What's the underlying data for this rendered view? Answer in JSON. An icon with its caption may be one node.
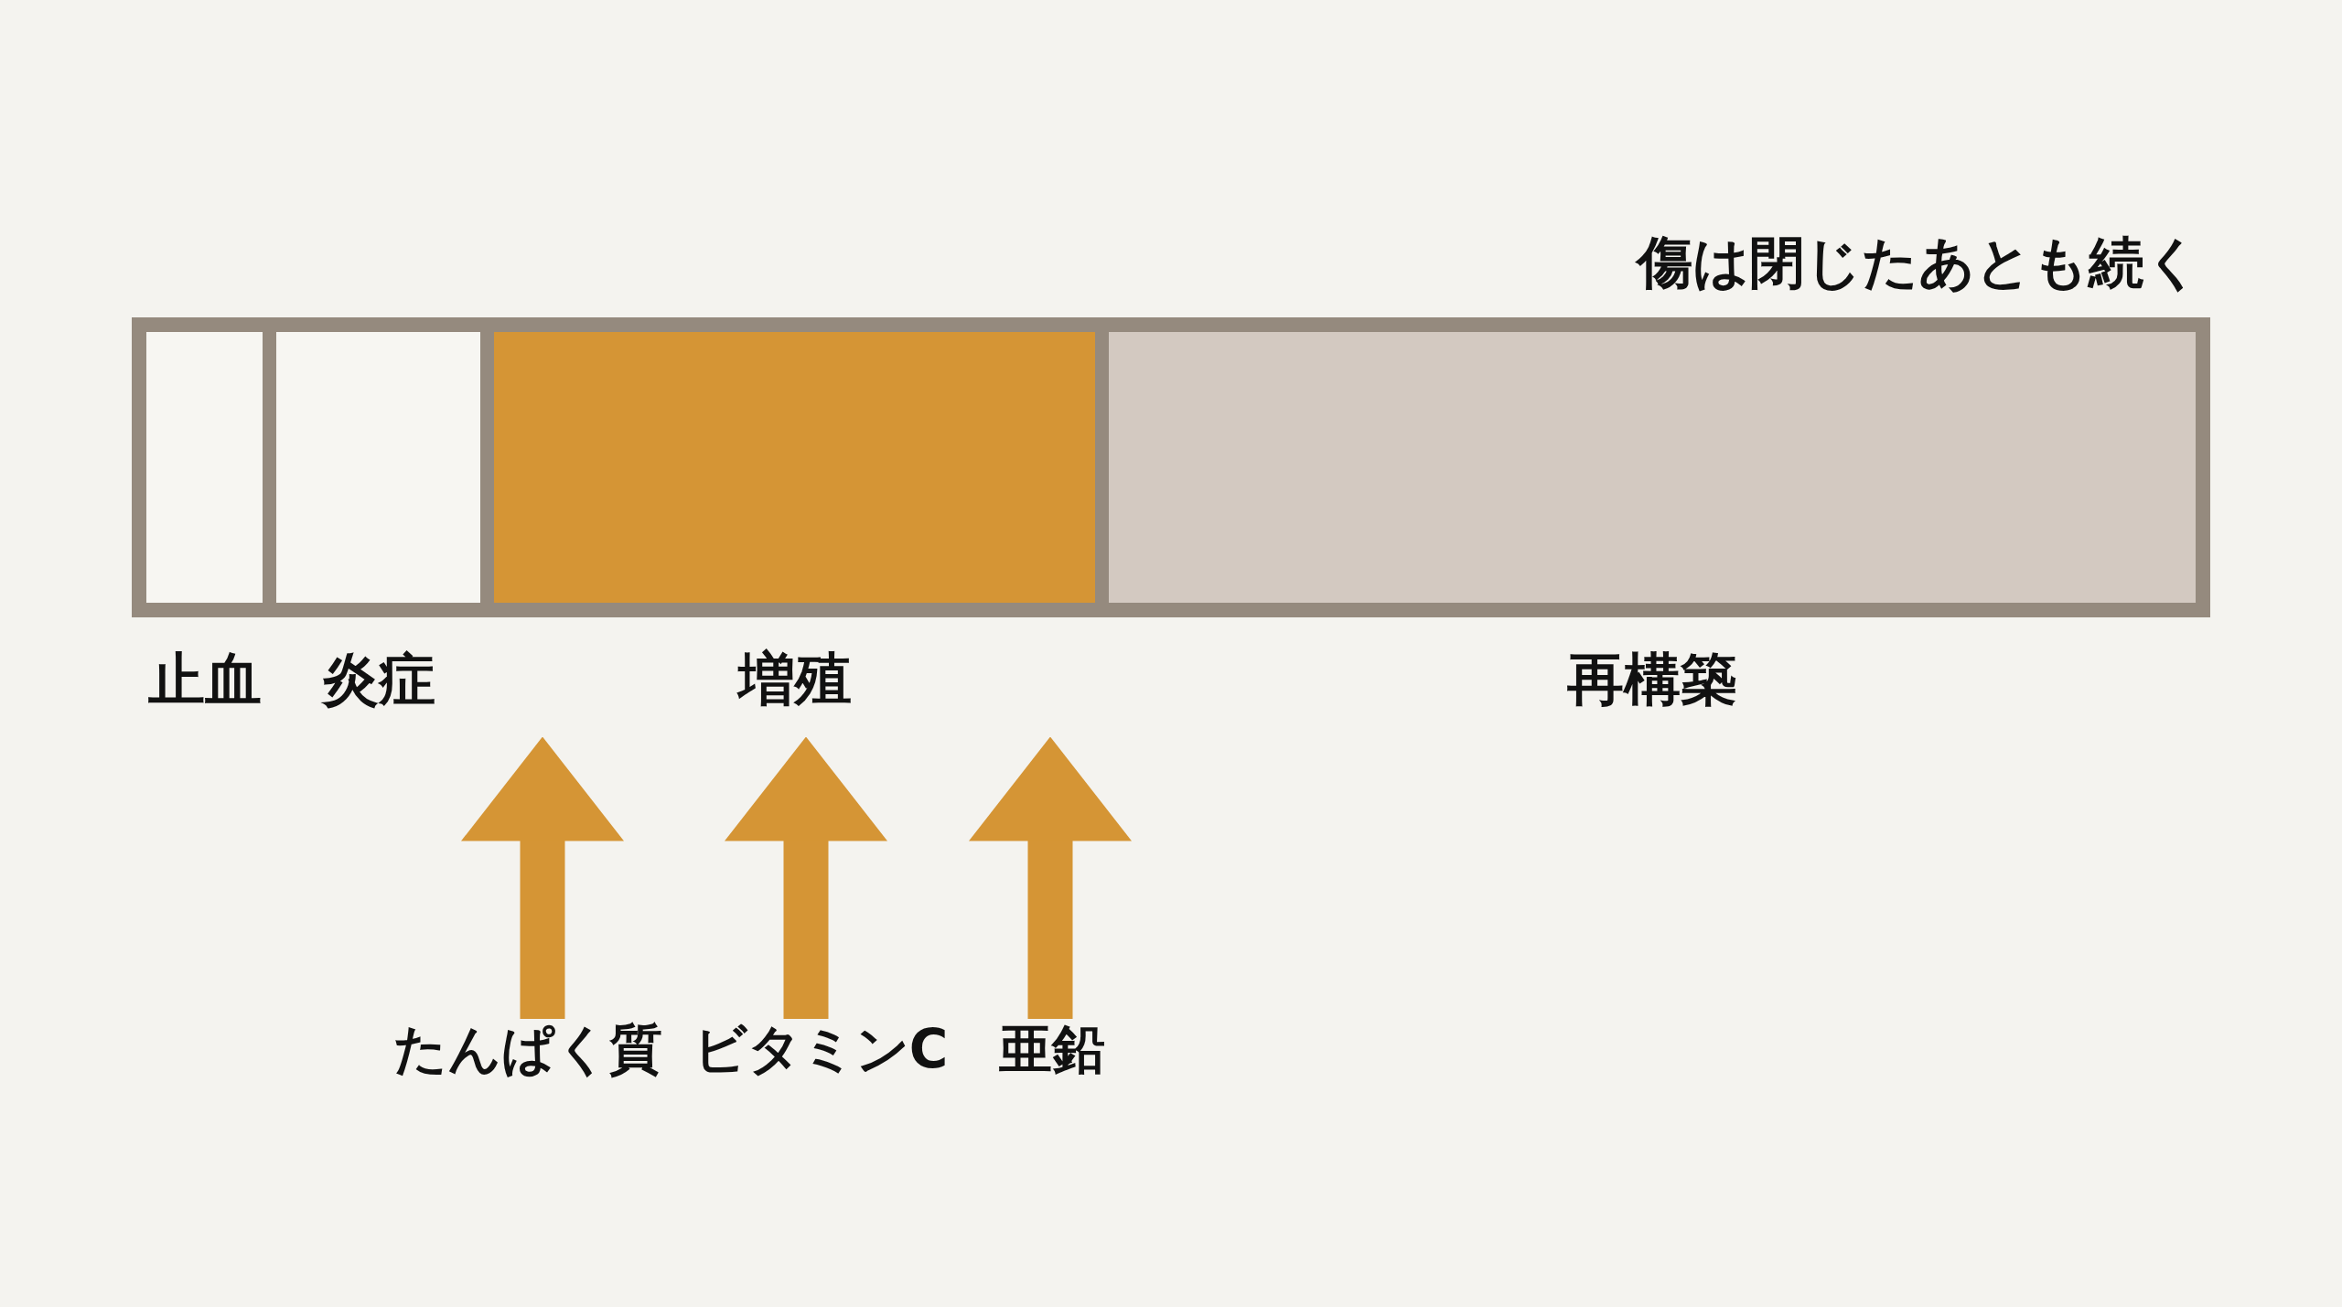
{
  "diagram": {
    "title": "傷は閉じたあとも続く",
    "nodes": [
      {
        "text": [
          "止血"
        ]
      },
      {
        "text": [
          "炎症"
        ]
      },
      {
        "text": [
          "増殖"
        ]
      },
      {
        "text": [
          "再構築"
        ]
      },
      {
        "text": [
          "たんぱく質"
        ]
      },
      {
        "text": [
          "ビタミンC"
        ]
      },
      {
        "text": [
          "亜鉛"
        ]
      }
    ],
    "edges": [
      {
        "from": 4,
        "to": 2,
        "arrow": "to"
      },
      {
        "from": 5,
        "to": 2,
        "arrow": "to"
      },
      {
        "from": 6,
        "to": 2,
        "arrow": "to"
      }
    ]
  }
}
